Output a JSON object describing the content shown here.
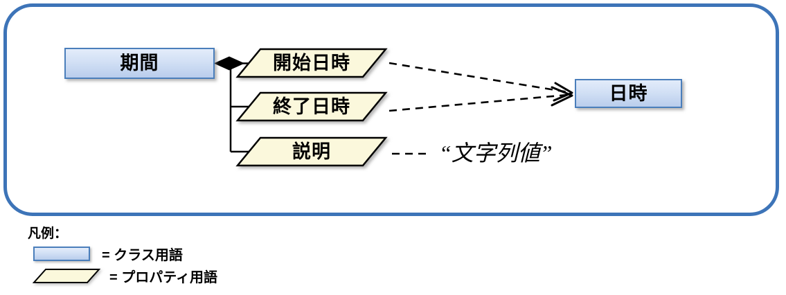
{
  "diagram": {
    "type": "uml-class-property-diagram",
    "frame": {
      "border_color": "#3d74b8"
    },
    "class_nodes": [
      {
        "id": "kikan",
        "label": "期間",
        "fill": "#d2e0f5",
        "border": "#4a7ebb"
      },
      {
        "id": "nichiji",
        "label": "日時",
        "fill": "#d2e0f5",
        "border": "#4a7ebb"
      }
    ],
    "property_nodes": [
      {
        "id": "start",
        "label": "開始日時",
        "fill": "#fbf8dc",
        "border": "#000000"
      },
      {
        "id": "end",
        "label": "終了日時",
        "fill": "#fbf8dc",
        "border": "#000000"
      },
      {
        "id": "desc",
        "label": "説明",
        "fill": "#fbf8dc",
        "border": "#000000"
      }
    ],
    "annotations": [
      {
        "id": "string-value",
        "label": "“文字列値”"
      }
    ],
    "edges": [
      {
        "from": "kikan",
        "to": "start",
        "style": "composition"
      },
      {
        "from": "kikan",
        "to": "end",
        "style": "composition"
      },
      {
        "from": "kikan",
        "to": "desc",
        "style": "composition"
      },
      {
        "from": "start",
        "to": "nichiji",
        "style": "dashed-open-arrow"
      },
      {
        "from": "end",
        "to": "nichiji",
        "style": "dashed-open-arrow"
      },
      {
        "from": "desc",
        "to": "string-value",
        "style": "dashed"
      }
    ]
  },
  "legend": {
    "title": "凡例：",
    "items": [
      {
        "swatch": "class-term-swatch",
        "label": "= クラス用語"
      },
      {
        "swatch": "property-term-swatch",
        "label": "= プロパティ用語"
      }
    ]
  }
}
